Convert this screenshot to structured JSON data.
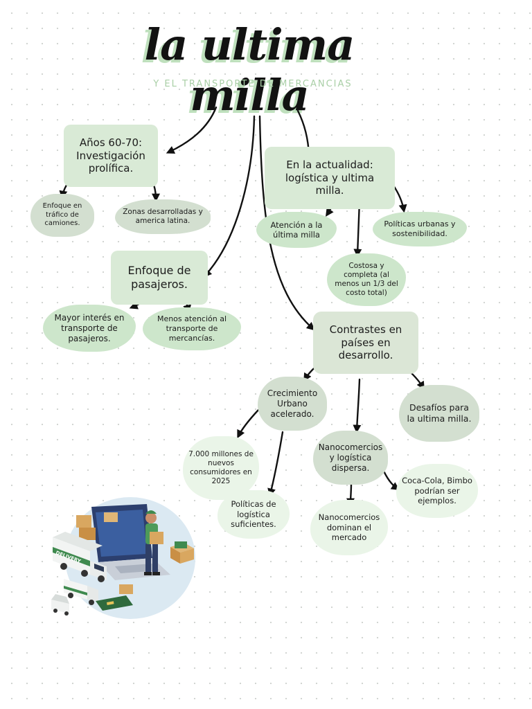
{
  "title": "la ultima milla",
  "subtitle": "Y EL TRANSPORTE DE MERCANCIAS",
  "nodes": {
    "anos": "Años 60-70: Investigación prolífica.",
    "enfoque_trafico": "Enfoque en tráfico de camiones.",
    "zonas": "Zonas desarrolladas y america latina.",
    "pasajeros": "Enfoque de pasajeros.",
    "mayor_interes": "Mayor interés en transporte de pasajeros.",
    "menos_atencion": "Menos atención al transporte de mercancías.",
    "actualidad": "En la actualidad: logística y ultima milla.",
    "atencion": "Atención a la última milla",
    "politicas_urbanas": "Políticas urbanas y sostenibilidad.",
    "costosa": "Costosa y completa (al menos un 1/3 del costo total)",
    "contrastes": "Contrastes en países en desarrollo.",
    "crecimiento": "Crecimiento Urbano acelerado.",
    "nanocomercios": "Nanocomercios y logística dispersa.",
    "desafios": "Desafíos para la ultima milla.",
    "millones": "7.000 millones de nuevos consumidores en 2025",
    "politicas_logistica": "Políticas de logística suficientes.",
    "dominan": "Nanocomercios dominan el mercado",
    "cocacola": "Coca-Cola, Bimbo podrían ser ejemplos."
  },
  "illustration": {
    "truck_label": "DELIVERY"
  },
  "colors": {
    "arrow": "#111111",
    "title_shadow": "#bfe0bd",
    "subtitle": "#a9cfa6"
  }
}
